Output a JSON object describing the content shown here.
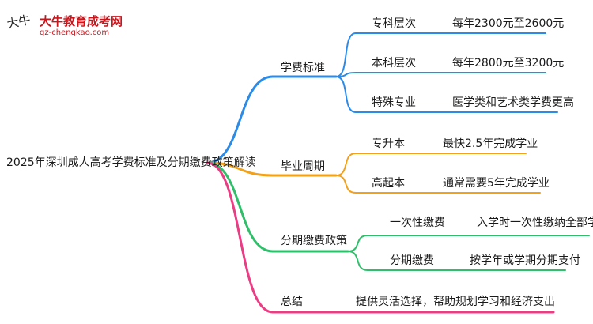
{
  "logo": {
    "mark": "大牛",
    "name": "大牛教育成考网",
    "url": "gz-chengkao.com"
  },
  "root": "2025年深圳成人高考学费标准及分期缴费政策解读",
  "branches": [
    {
      "label": "学费标准",
      "color": "#2a8be8",
      "children": [
        {
          "label": "专科层次",
          "value": "每年2300元至2600元"
        },
        {
          "label": "本科层次",
          "value": "每年2800元至3200元"
        },
        {
          "label": "特殊专业",
          "value": "医学类和艺术类学费更高"
        }
      ]
    },
    {
      "label": "毕业周期",
      "color": "#f2a11b",
      "children": [
        {
          "label": "专升本",
          "value": "最快2.5年完成学业"
        },
        {
          "label": "高起本",
          "value": "通常需要5年完成学业"
        }
      ]
    },
    {
      "label": "分期缴费政策",
      "color": "#2fbf6a",
      "children": [
        {
          "label": "一次性缴费",
          "value": "入学时一次性缴纳全部学费"
        },
        {
          "label": "分期缴费",
          "value": "按学年或学期分期支付"
        }
      ]
    },
    {
      "label": "总结",
      "color": "#ec3c84",
      "children": [
        {
          "label": "",
          "value": "提供灵活选择，帮助规划学习和经济支出"
        }
      ]
    }
  ]
}
